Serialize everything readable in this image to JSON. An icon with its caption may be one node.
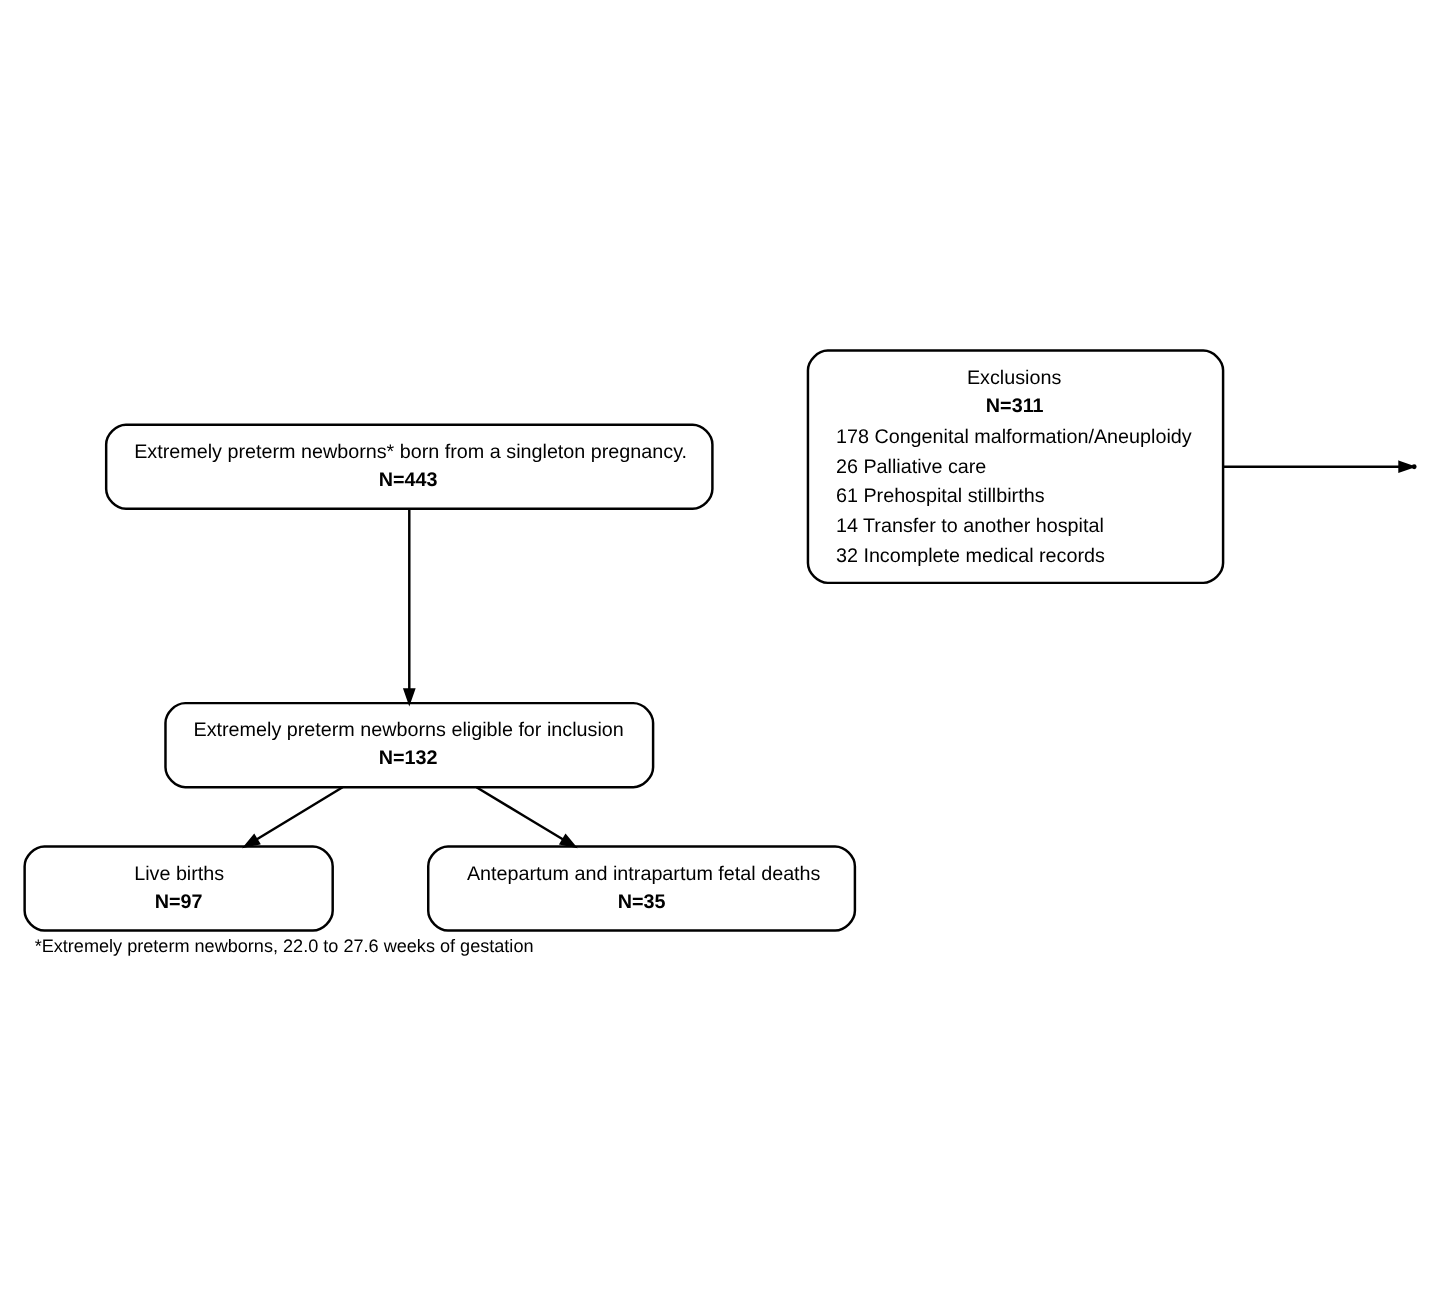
{
  "diagram": {
    "caption": "*Extremely preterm newborns, 22.0 to 27.6 weeks of gestation",
    "nodes": [
      {
        "text": [
          "Extremely preterm newborns* born from a singleton pregnancy.",
          "N=443"
        ]
      },
      {
        "text": [
          "Exclusions",
          "N=311",
          "178 Congenital malformation/Aneuploidy",
          "26 Palliative care",
          "61 Prehospital stillbirths",
          "14 Transfer to another hospital",
          "32 Incomplete medical records"
        ]
      },
      {
        "text": [
          "Extremely preterm newborns eligible for inclusion",
          "N=132"
        ]
      },
      {
        "text": [
          "Live births",
          "N=97"
        ]
      },
      {
        "text": [
          "Antepartum and intrapartum fetal deaths",
          "N=35"
        ]
      }
    ],
    "edges": [
      {
        "from": 0,
        "to": 2,
        "arrow": "to"
      },
      {
        "from": 1,
        "to": null,
        "arrow": "to"
      },
      {
        "from": 2,
        "to": 3,
        "arrow": "to"
      },
      {
        "from": 2,
        "to": 4,
        "arrow": "to"
      }
    ]
  }
}
